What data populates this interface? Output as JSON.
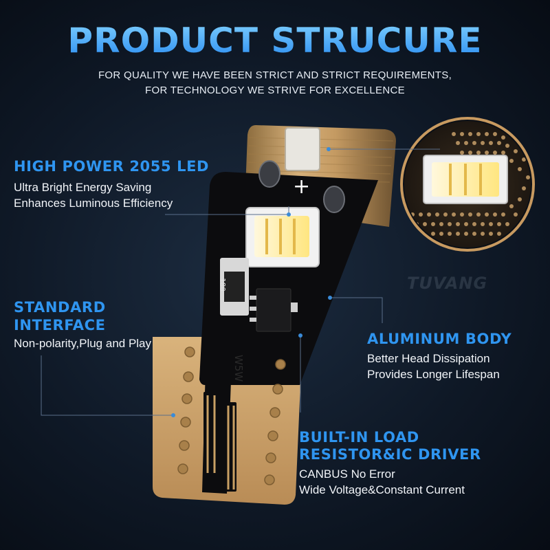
{
  "title": "PRODUCT STRUCURE",
  "subtitle": {
    "line1": "FOR QUALITY WE HAVE BEEN STRICT AND STRICT REQUIREMENTS,",
    "line2": "FOR TECHNOLOGY WE STRIVE FOR EXCELLENCE"
  },
  "features": {
    "led": {
      "title": "HIGH POWER 2055 LED",
      "line1": "Ultra Bright Energy Saving",
      "line2": "Enhances Luminous Efficiency"
    },
    "interface": {
      "title1": "STANDARD",
      "title2": "INTERFACE",
      "line1": "Non-polarity,Plug and Play"
    },
    "body": {
      "title": "ALUMINUM BODY",
      "line1": "Better Head Dissipation",
      "line2": "Provides Longer Lifespan"
    },
    "driver": {
      "title1": "BUILT-IN LOAD",
      "title2": "RESISTOR&IC DRIVER",
      "line1": "CANBUS No Error",
      "line2": "Wide Voltage&Constant Current"
    }
  },
  "product": {
    "plus_mark": "+",
    "resistor_code": "180",
    "model_label": "W5W"
  },
  "watermark": "TUVANG",
  "colors": {
    "accent": "#2f95f0",
    "gold": "#c9a064",
    "pcb": "#0c0c0e",
    "led": "#fff3c0"
  }
}
